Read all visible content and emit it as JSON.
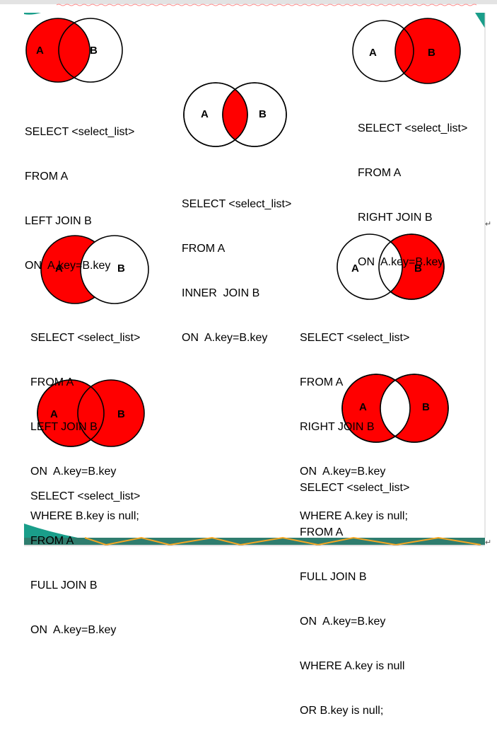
{
  "colors": {
    "fill": "#ff0000",
    "stroke": "#000000",
    "background": "#ffffff",
    "accent_teal": "#1a9e8a",
    "accent_orange": "#f5a623"
  },
  "circle_labels": {
    "a": "A",
    "b": "B"
  },
  "line_mark": "↵",
  "diagrams": {
    "left_join": {
      "lines": [
        "SELECT <select_list>",
        "FROM A",
        "LEFT JOIN B",
        "ON  A.key=B.key"
      ]
    },
    "inner_join": {
      "lines": [
        "SELECT <select_list>",
        "FROM A",
        "INNER  JOIN B",
        "ON  A.key=B.key"
      ]
    },
    "right_join": {
      "lines": [
        "SELECT <select_list>",
        "FROM A",
        "RIGHT JOIN B",
        "ON  A.key=B.key"
      ]
    },
    "left_only": {
      "lines": [
        "SELECT <select_list>",
        "FROM A",
        "LEFT JOIN B",
        "ON  A.key=B.key",
        "WHERE B.key is null;"
      ]
    },
    "right_only": {
      "lines": [
        "SELECT <select_list>",
        "FROM A",
        "RIGHT JOIN B",
        "ON  A.key=B.key",
        "WHERE A.key is null;"
      ]
    },
    "full_join": {
      "lines": [
        "SELECT <select_list>",
        "FROM A",
        "FULL JOIN B",
        "ON  A.key=B.key"
      ]
    },
    "full_outer_excl": {
      "lines": [
        "SELECT <select_list>",
        "FROM A",
        "FULL JOIN B",
        "ON  A.key=B.key",
        "WHERE A.key is null",
        "OR B.key is null;"
      ]
    }
  }
}
